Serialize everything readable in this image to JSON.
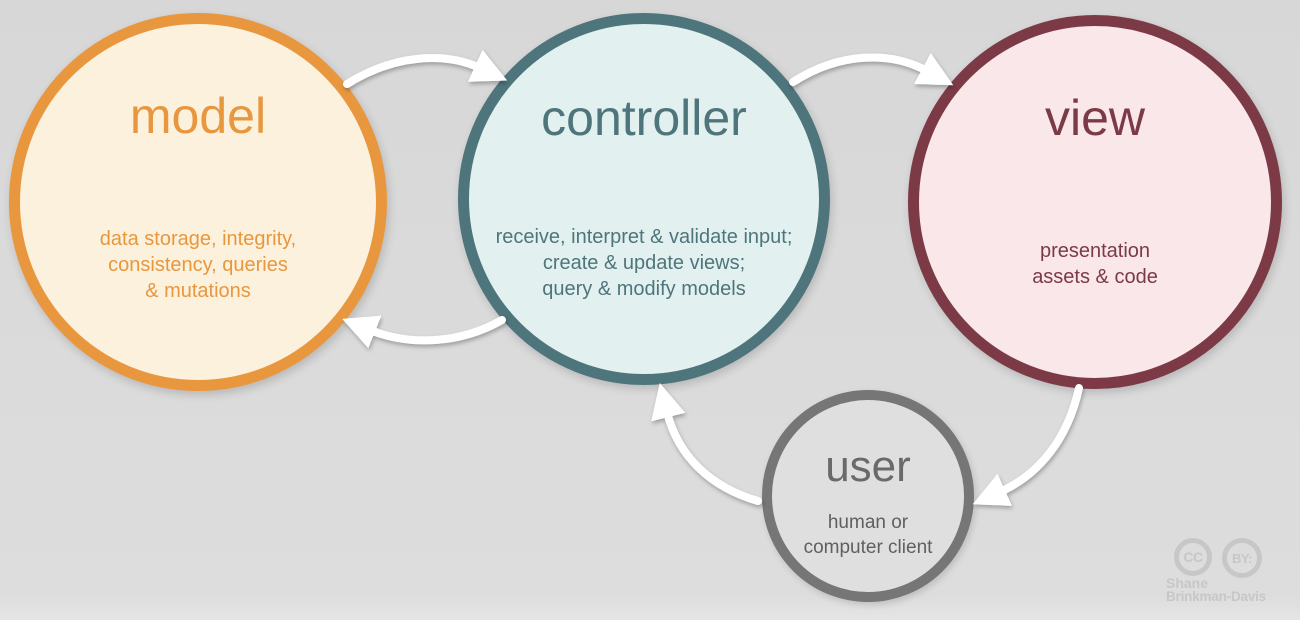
{
  "palette": {
    "background": "#DBDBDB",
    "arrow": "#FFFFFF",
    "watermark": "#C7C7C7"
  },
  "nodes": {
    "model": {
      "title": "model",
      "desc_lines": [
        "data storage, integrity,",
        "consistency, queries",
        "& mutations"
      ],
      "border_color": "#E8973E",
      "fill_color": "#FBF1DC",
      "text_color": "#E8973E"
    },
    "controller": {
      "title": "controller",
      "desc_lines": [
        "receive, interpret & validate input;",
        "create & update views;",
        "query & modify models"
      ],
      "border_color": "#4E757C",
      "fill_color": "#E2F1EF",
      "text_color": "#4E757C"
    },
    "view": {
      "title": "view",
      "desc_lines": [
        "presentation",
        "assets & code"
      ],
      "border_color": "#7C3A46",
      "fill_color": "#F9E7E9",
      "text_color": "#7C3A46"
    },
    "user": {
      "title": "user",
      "desc_lines": [
        "human or",
        "computer client"
      ],
      "border_color": "#767676",
      "fill_color": "#DFDFDF",
      "text_color": "#6A6A6A"
    }
  },
  "arrows": [
    {
      "from": "model",
      "to": "controller"
    },
    {
      "from": "controller",
      "to": "view"
    },
    {
      "from": "controller",
      "to": "model"
    },
    {
      "from": "view",
      "to": "user"
    },
    {
      "from": "user",
      "to": "controller"
    }
  ],
  "attribution": {
    "cc_label": "CC",
    "by_label": "BY:",
    "author_line1": "Shane",
    "author_line2": "Brinkman-Davis"
  }
}
